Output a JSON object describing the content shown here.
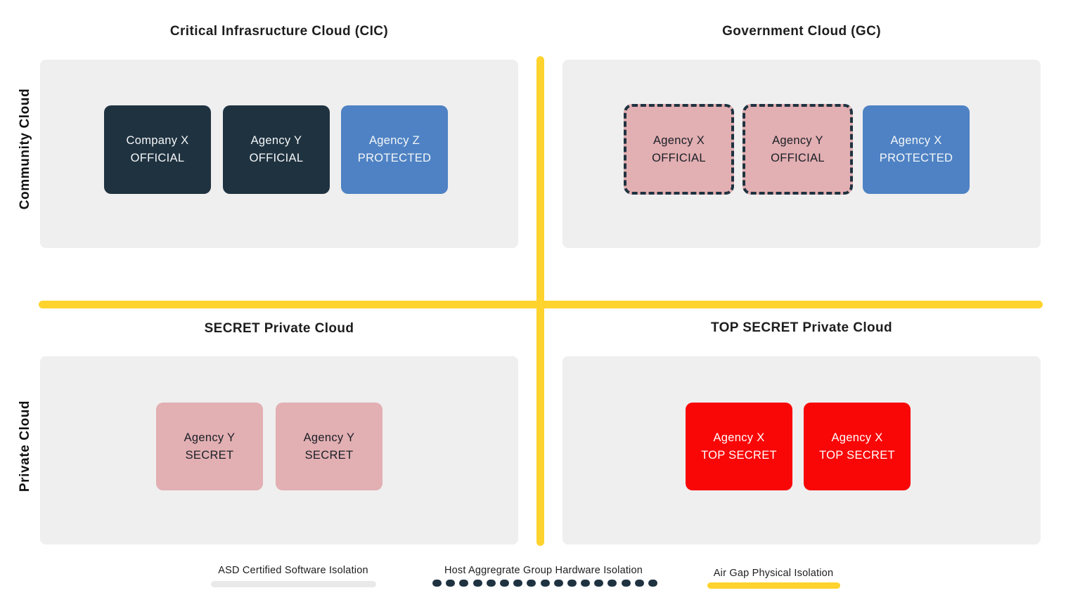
{
  "titles": {
    "cic": "Critical Infrasructure Cloud (CIC)",
    "gc": "Government Cloud (GC)",
    "secret": "SECRET Private Cloud",
    "top_secret": "TOP SECRET Private Cloud"
  },
  "row_labels": {
    "community": "Community Cloud",
    "private": "Private Cloud"
  },
  "boxes": {
    "cic": [
      {
        "line1": "Company X",
        "line2": "OFFICIAL",
        "variant": "dark"
      },
      {
        "line1": "Agency Y",
        "line2": "OFFICIAL",
        "variant": "dark"
      },
      {
        "line1": "Agency Z",
        "line2": "PROTECTED",
        "variant": "blue"
      }
    ],
    "gc": [
      {
        "line1": "Agency X",
        "line2": "OFFICIAL",
        "variant": "pink-dashed"
      },
      {
        "line1": "Agency Y",
        "line2": "OFFICIAL",
        "variant": "pink-dashed"
      },
      {
        "line1": "Agency X",
        "line2": "PROTECTED",
        "variant": "blue"
      }
    ],
    "secret": [
      {
        "line1": "Agency Y",
        "line2": "SECRET",
        "variant": "pink"
      },
      {
        "line1": "Agency Y",
        "line2": "SECRET",
        "variant": "pink"
      }
    ],
    "top_secret": [
      {
        "line1": "Agency X",
        "line2": "TOP SECRET",
        "variant": "red"
      },
      {
        "line1": "Agency X",
        "line2": "TOP SECRET",
        "variant": "red"
      }
    ]
  },
  "legend": {
    "software": {
      "label": "ASD Certified Software Isolation"
    },
    "hardware": {
      "label": "Host Aggregrate Group Hardware Isolation",
      "dot_count": 17
    },
    "airgap": {
      "label": "Air Gap Physical Isolation"
    }
  },
  "colors": {
    "dark_navy": "#1F3240",
    "blue": "#4E82C4",
    "pink": "#E2AFB2",
    "red": "#F90606",
    "yellow": "#FFD32E",
    "panel_gray": "#EFEFEF",
    "legend_gray": "#E9E9E9"
  }
}
